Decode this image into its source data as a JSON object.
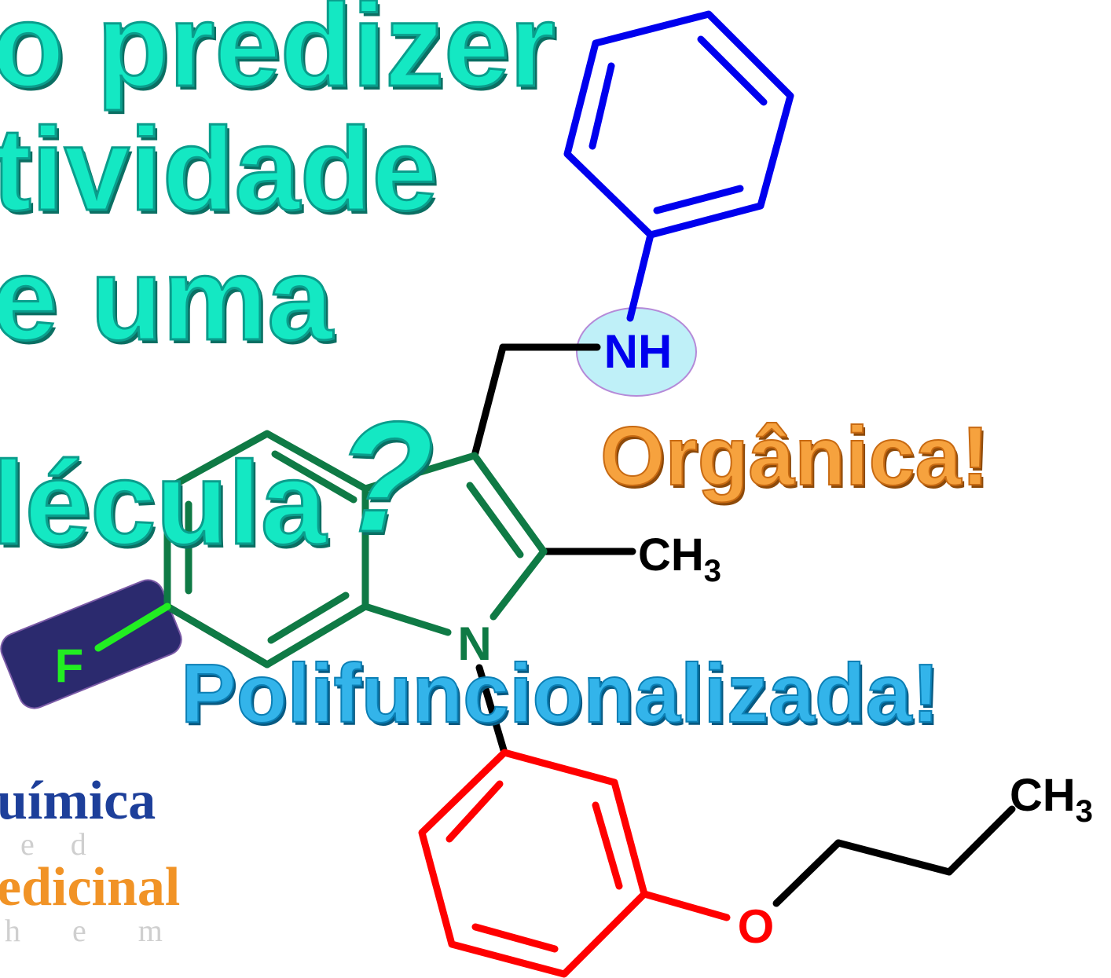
{
  "headline": {
    "line1": "o predizer",
    "line2": "tividade",
    "line3": "e uma",
    "line4": "lécula"
  },
  "question_mark": "?",
  "organica_label": "Orgânica!",
  "polifuncionalizada_label": "Polifuncionalizada!",
  "atoms": {
    "nh": "NH",
    "n": "N",
    "f": "F",
    "o": "O",
    "ch3_methyl": "CH",
    "ch3_methyl_sub": "3",
    "ch3_propyl": "CH",
    "ch3_propyl_sub": "3"
  },
  "logo": {
    "line1": "uímica",
    "line2": "e d",
    "line3": "edicinal",
    "line4": "h e m"
  },
  "colors": {
    "headline": "#14e8c3",
    "indole": "#0f7a45",
    "phenyl_top": "#0000ee",
    "phenyl_bottom": "#ff0000",
    "fluoro": "#22ee22",
    "fluoro_box": "#2b2a6e",
    "nh_ellipse": "#bff0f8",
    "orange_text": "#f6a23e",
    "blue_text": "#33b4ea"
  }
}
